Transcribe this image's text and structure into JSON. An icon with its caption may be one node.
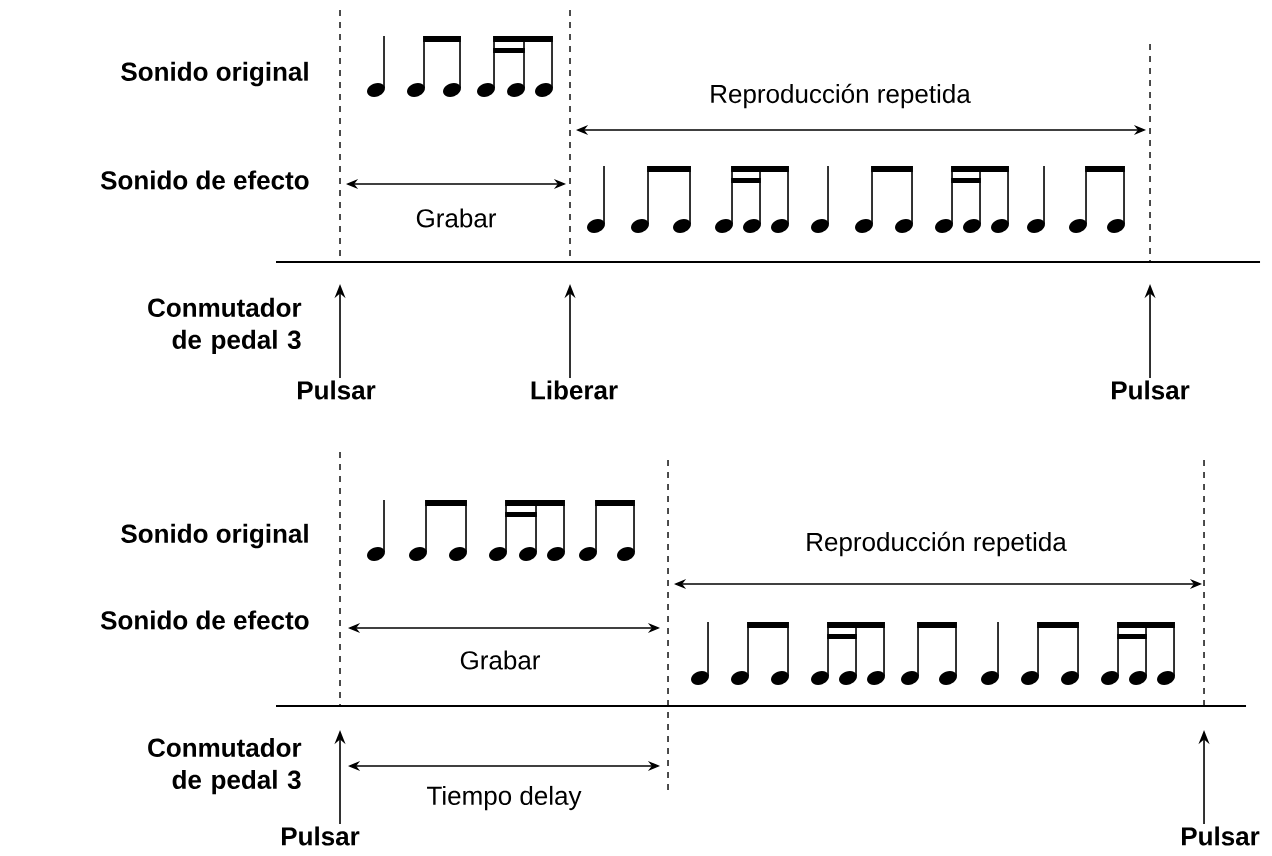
{
  "diagram": {
    "nodes": [
      {
        "text": [
          "Pulsar"
        ]
      },
      {
        "text": [
          "Liberar"
        ]
      },
      {
        "text": [
          "Pulsar"
        ]
      },
      {
        "text": [
          "Pulsar"
        ]
      },
      {
        "text": [
          "Pulsar"
        ]
      }
    ],
    "edges": [
      {
        "from": 0,
        "to": null,
        "arrow": "to"
      },
      {
        "from": 1,
        "to": null,
        "arrow": "to"
      },
      {
        "from": 2,
        "to": null,
        "arrow": "to"
      },
      {
        "from": 3,
        "to": null,
        "arrow": "to"
      },
      {
        "from": 4,
        "to": null,
        "arrow": "to"
      }
    ],
    "labels": [
      "Sonido original",
      "Reproducción repetida",
      "Sonido de efecto",
      "Grabar",
      "Conmutador de pedal 3",
      "Sonido original",
      "Reproducción repetida",
      "Sonido de efecto",
      "Grabar",
      "Conmutador de pedal 3",
      "Tiempo delay"
    ]
  }
}
